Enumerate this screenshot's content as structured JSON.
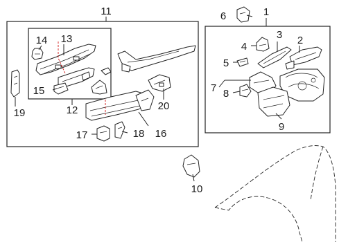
{
  "callouts": {
    "c1": "1",
    "c2": "2",
    "c3": "3",
    "c4": "4",
    "c5": "5",
    "c6": "6",
    "c7": "7",
    "c8": "8",
    "c9": "9",
    "c10": "10",
    "c11": "11",
    "c12": "12",
    "c13": "13",
    "c14": "14",
    "c15": "15",
    "c16": "16",
    "c17": "17",
    "c18": "18",
    "c19": "19",
    "c20": "20"
  },
  "colors": {
    "line": "#222222",
    "cut_marker": "#d42a2a",
    "background": "#ffffff"
  }
}
